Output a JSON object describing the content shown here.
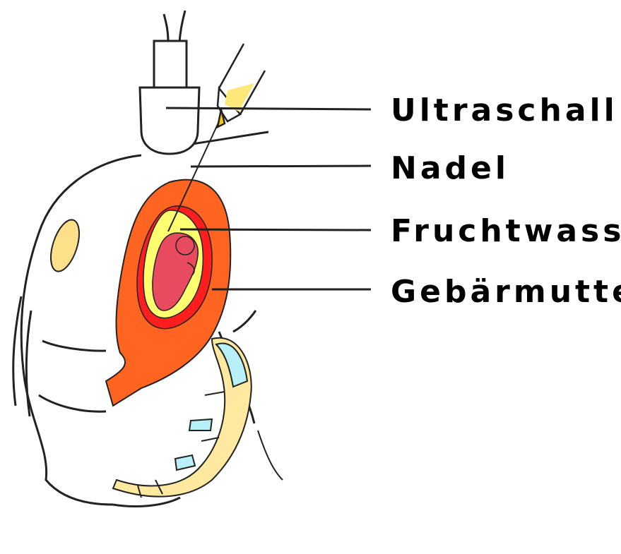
{
  "labels": [
    {
      "id": "ultraschall",
      "text": "Ultraschall"
    },
    {
      "id": "nadel",
      "text": "Nadel"
    },
    {
      "id": "fruchtwasser",
      "text": "Fruchtwasser"
    },
    {
      "id": "gebaermutter",
      "text": "Gebärmutter"
    }
  ],
  "caption": "",
  "colors": {
    "uterus": "#ff6420",
    "amniotic_fluid": "#ffff70",
    "fetus": "#e84a5f",
    "fetus_sac": "#ff1e1e",
    "placenta": "#ffe08a",
    "spine": "#ffe9a0",
    "disc": "#b8f0f8",
    "outline": "#222222"
  },
  "icons": [
    "ultrasound-probe-icon",
    "syringe-needle-icon"
  ]
}
